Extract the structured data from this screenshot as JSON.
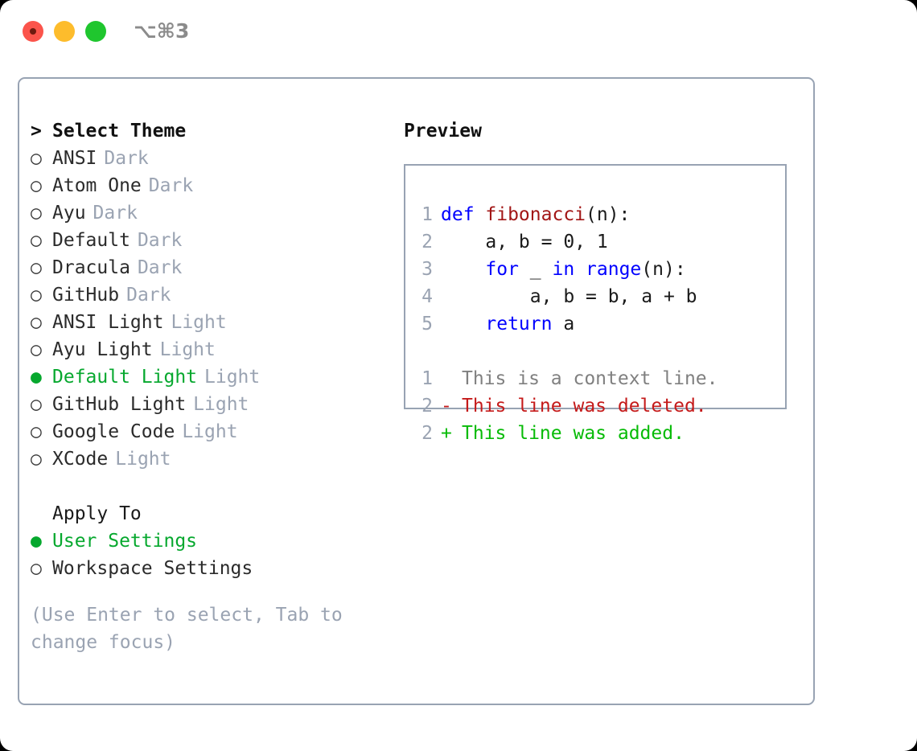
{
  "window": {
    "traffic_lights": [
      "close",
      "minimize",
      "zoom"
    ],
    "shortcut_label": "⌥⌘3",
    "colors": {
      "close": "#fb544b",
      "minimize": "#fdbc2c",
      "zoom": "#1fc62e",
      "border": "#98a3b3",
      "accent_green": "#06a82e",
      "muted": "#9aa3b2",
      "keyword_blue": "#0000ff",
      "function_red": "#a21616",
      "diff_add_green": "#07bb07",
      "diff_del_red": "#c41a1a",
      "diff_ctx_gray": "#808080"
    }
  },
  "theme_panel": {
    "heading": "Select Theme",
    "heading_caret": ">",
    "radio_off": "○",
    "radio_on": "●",
    "items": [
      {
        "name": "ANSI",
        "kind": "Dark",
        "selected": false
      },
      {
        "name": "Atom One",
        "kind": "Dark",
        "selected": false
      },
      {
        "name": "Ayu",
        "kind": "Dark",
        "selected": false
      },
      {
        "name": "Default",
        "kind": "Dark",
        "selected": false
      },
      {
        "name": "Dracula",
        "kind": "Dark",
        "selected": false
      },
      {
        "name": "GitHub",
        "kind": "Dark",
        "selected": false
      },
      {
        "name": "ANSI Light",
        "kind": "Light",
        "selected": false
      },
      {
        "name": "Ayu Light",
        "kind": "Light",
        "selected": false
      },
      {
        "name": "Default Light",
        "kind": "Light",
        "selected": true
      },
      {
        "name": "GitHub Light",
        "kind": "Light",
        "selected": false
      },
      {
        "name": "Google Code",
        "kind": "Light",
        "selected": false
      },
      {
        "name": "XCode",
        "kind": "Light",
        "selected": false
      }
    ]
  },
  "apply_to": {
    "heading": "Apply To",
    "options": [
      {
        "name": "User Settings",
        "selected": true
      },
      {
        "name": "Workspace Settings",
        "selected": false
      }
    ]
  },
  "hint": "(Use Enter to select, Tab to change focus)",
  "preview": {
    "heading": "Preview",
    "code_lines": [
      {
        "no": "1",
        "tokens": [
          {
            "t": "def ",
            "c": "kw"
          },
          {
            "t": "fibonacci",
            "c": "fn"
          },
          {
            "t": "(n):",
            "c": "plain"
          }
        ]
      },
      {
        "no": "2",
        "tokens": [
          {
            "t": "    a, b = 0, 1",
            "c": "plain"
          }
        ]
      },
      {
        "no": "3",
        "tokens": [
          {
            "t": "    ",
            "c": "plain"
          },
          {
            "t": "for",
            "c": "kw"
          },
          {
            "t": " _ ",
            "c": "plain"
          },
          {
            "t": "in",
            "c": "kw"
          },
          {
            "t": " ",
            "c": "plain"
          },
          {
            "t": "range",
            "c": "kw"
          },
          {
            "t": "(n):",
            "c": "plain"
          }
        ]
      },
      {
        "no": "4",
        "tokens": [
          {
            "t": "        a, b = b, a + b",
            "c": "plain"
          }
        ]
      },
      {
        "no": "5",
        "tokens": [
          {
            "t": "    ",
            "c": "plain"
          },
          {
            "t": "return",
            "c": "kw"
          },
          {
            "t": " a",
            "c": "plain"
          }
        ]
      }
    ],
    "diff_lines": [
      {
        "no": "1",
        "marker": " ",
        "text": "This is a context line.",
        "kind": "ctx"
      },
      {
        "no": "2",
        "marker": "-",
        "text": "This line was deleted.",
        "kind": "del"
      },
      {
        "no": "2",
        "marker": "+",
        "text": "This line was added.",
        "kind": "add"
      }
    ]
  }
}
